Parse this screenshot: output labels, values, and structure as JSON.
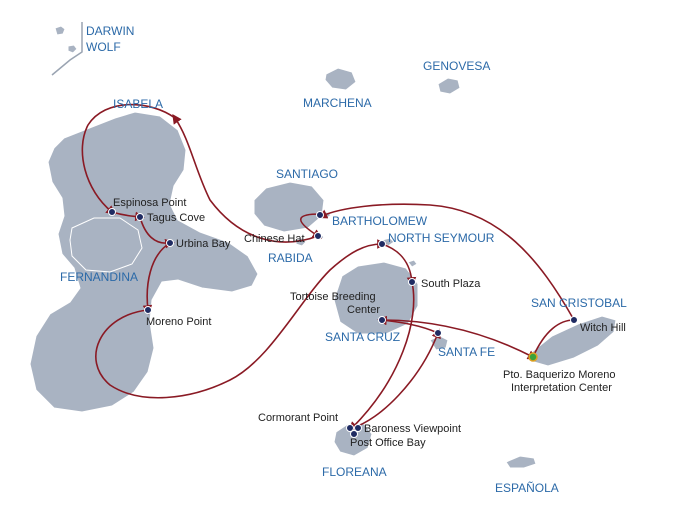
{
  "colors": {
    "island": "#a9b3c2",
    "island_label": "#2c6aa8",
    "route": "#8a1a24",
    "site_dot": "#1f2b62",
    "start_marker": "#3aa23a"
  },
  "islands": {
    "darwin": "DARWIN",
    "wolf": "WOLF",
    "genovesa": "GENOVESA",
    "marchena": "MARCHENA",
    "isabela": "ISABELA",
    "santiago": "SANTIAGO",
    "bartholomew": "BARTHOLOMEW",
    "rabida": "RABIDA",
    "north_seymour": "NORTH SEYMOUR",
    "fernandina": "FERNANDINA",
    "san_cristobal": "SAN CRISTOBAL",
    "santa_cruz": "SANTA CRUZ",
    "santa_fe": "SANTA FE",
    "floreana": "FLOREANA",
    "espanola": "ESPAÑOLA"
  },
  "sites": {
    "espinosa_point": "Espinosa Point",
    "tagus_cove": "Tagus Cove",
    "urbina_bay": "Urbina Bay",
    "moreno_point": "Moreno Point",
    "chinese_hat": "Chinese Hat",
    "south_plaza": "South Plaza",
    "tortoise_breeding_1": "Tortoise Breeding",
    "tortoise_breeding_2": "Center",
    "witch_hill": "Witch Hill",
    "pto_baquerizo_1": "Pto. Baquerizo Moreno",
    "pto_baquerizo_2": "Interpretation Center",
    "cormorant_point": "Cormorant Point",
    "baroness_viewpoint": "Baroness Viewpoint",
    "post_office_bay": "Post Office Bay"
  }
}
